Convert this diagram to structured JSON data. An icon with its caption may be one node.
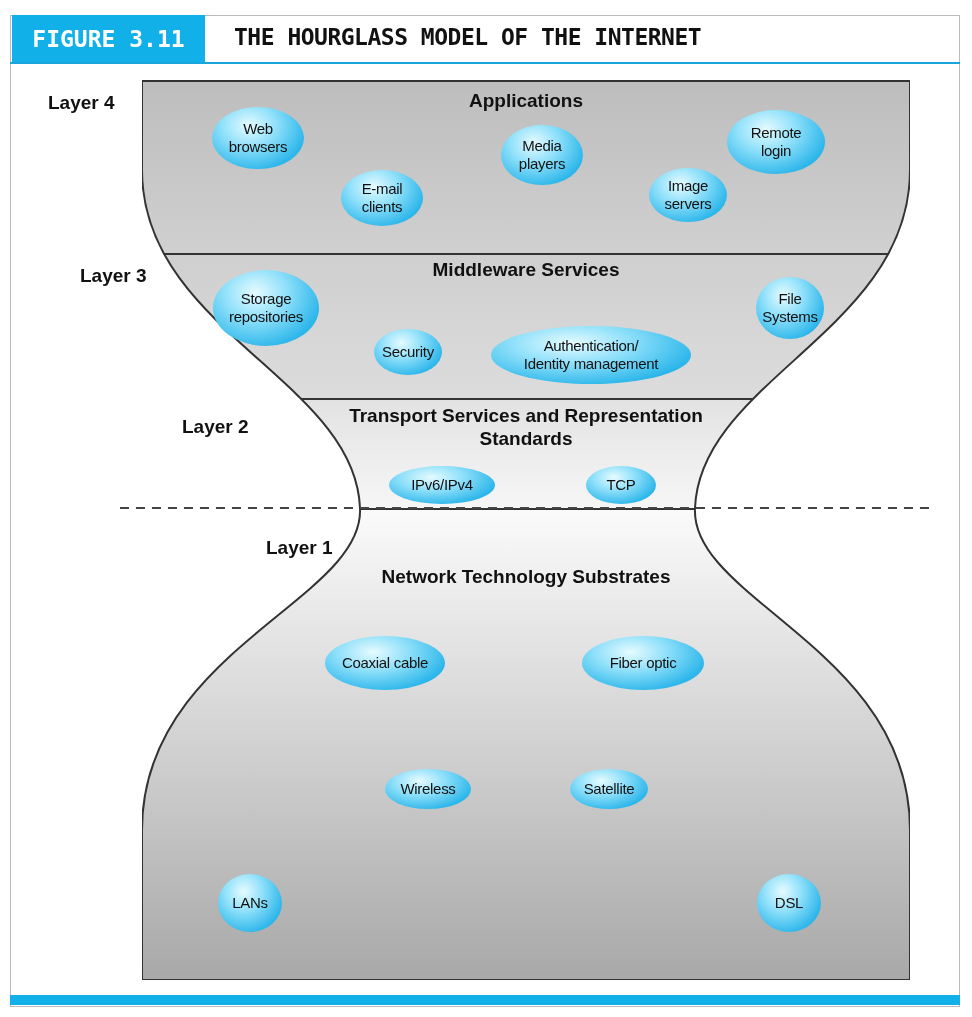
{
  "diagram": {
    "title": "THE HOURGLASS MODEL OF THE INTERNET",
    "nodes": [
      {
        "text": [
          "Applications"
        ],
        "beside": [
          "Layer 4"
        ]
      },
      {
        "text": [
          "Web browsers"
        ],
        "in": 0
      },
      {
        "text": [
          "Media players"
        ],
        "in": 0
      },
      {
        "text": [
          "Remote login"
        ],
        "in": 0
      },
      {
        "text": [
          "E-mail clients"
        ],
        "in": 0
      },
      {
        "text": [
          "Image servers"
        ],
        "in": 0
      },
      {
        "text": [
          "Middleware Services"
        ],
        "beside": [
          "Layer 3"
        ]
      },
      {
        "text": [
          "Storage repositories"
        ],
        "in": 6
      },
      {
        "text": [
          "File Systems"
        ],
        "in": 6
      },
      {
        "text": [
          "Security"
        ],
        "in": 6
      },
      {
        "text": [
          "Authentication/ Identity management"
        ],
        "in": 6
      },
      {
        "text": [
          "Transport Services and Representation Standards"
        ],
        "beside": [
          "Layer 2"
        ]
      },
      {
        "text": [
          "IPv6/IPv4"
        ],
        "in": 11
      },
      {
        "text": [
          "TCP"
        ],
        "in": 11
      },
      {
        "text": [
          "Network Technology Substrates"
        ],
        "beside": [
          "Layer 1"
        ]
      },
      {
        "text": [
          "Coaxial cable"
        ],
        "in": 14
      },
      {
        "text": [
          "Fiber optic"
        ],
        "in": 14
      },
      {
        "text": [
          "Wireless"
        ],
        "in": 14
      },
      {
        "text": [
          "Satellite"
        ],
        "in": 14
      },
      {
        "text": [
          "LANs"
        ],
        "in": 14
      },
      {
        "text": [
          "DSL"
        ],
        "in": 14
      }
    ],
    "labels": [
      "FIGURE 3.11"
    ]
  }
}
